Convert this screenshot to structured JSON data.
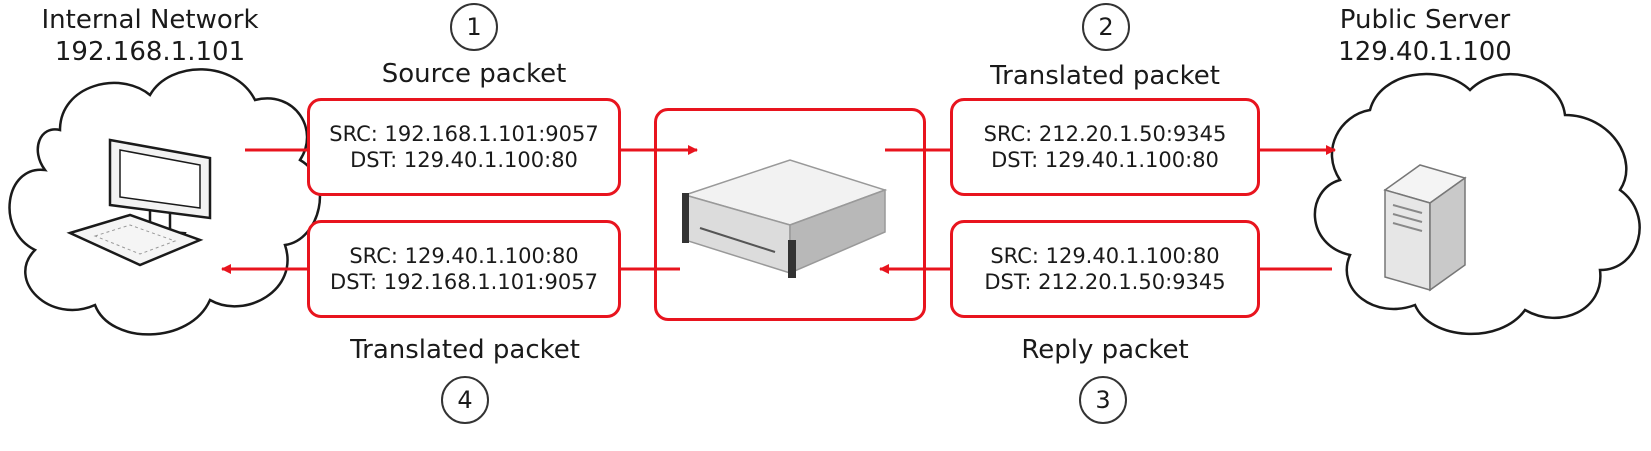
{
  "internal": {
    "title": "Internal Network",
    "ip": "192.168.1.101"
  },
  "public": {
    "title": "Public Server",
    "ip": "129.40.1.100"
  },
  "steps": [
    {
      "number": "1",
      "label": "Source packet",
      "src": "SRC: 192.168.1.101:9057",
      "dst": "DST: 129.40.1.100:80"
    },
    {
      "number": "2",
      "label": "Translated packet",
      "src": "SRC: 212.20.1.50:9345",
      "dst": "DST: 129.40.1.100:80"
    },
    {
      "number": "3",
      "label": "Reply packet",
      "src": "SRC: 129.40.1.100:80",
      "dst": "DST: 212.20.1.50:9345"
    },
    {
      "number": "4",
      "label": "Translated packet",
      "src": "SRC: 129.40.1.100:80",
      "dst": "DST: 192.168.1.101:9057"
    }
  ],
  "colors": {
    "accent": "#e8141e",
    "text": "#1a1a1a"
  },
  "icons": {
    "client": "desktop-computer-icon",
    "nat": "network-appliance-icon",
    "server": "server-tower-icon"
  }
}
